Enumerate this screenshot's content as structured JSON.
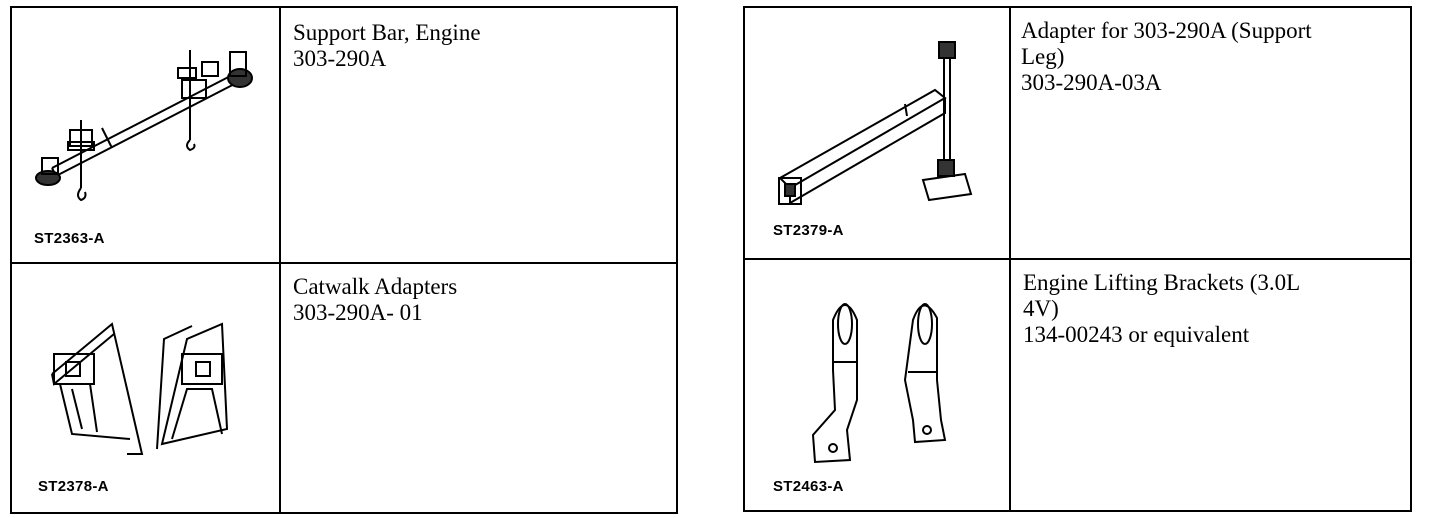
{
  "tools": [
    {
      "caption": "ST2363-A",
      "name_lines": [
        "Support Bar, Engine"
      ],
      "part_number": "303-290A",
      "image": "engine-support-bar-drawing"
    },
    {
      "caption": "ST2378-A",
      "name_lines": [
        "Catwalk Adapters"
      ],
      "part_number": "303-290A- 01",
      "image": "catwalk-adapters-drawing"
    },
    {
      "caption": "ST2379-A",
      "name_lines": [
        "Adapter for 303-290A (Support",
        "Leg)"
      ],
      "part_number": "303-290A-03A",
      "image": "support-leg-adapter-drawing"
    },
    {
      "caption": "ST2463-A",
      "name_lines": [
        "Engine Lifting Brackets (3.0L",
        "4V)"
      ],
      "part_number": "134-00243 or equivalent",
      "image": "engine-lifting-brackets-drawing"
    }
  ]
}
